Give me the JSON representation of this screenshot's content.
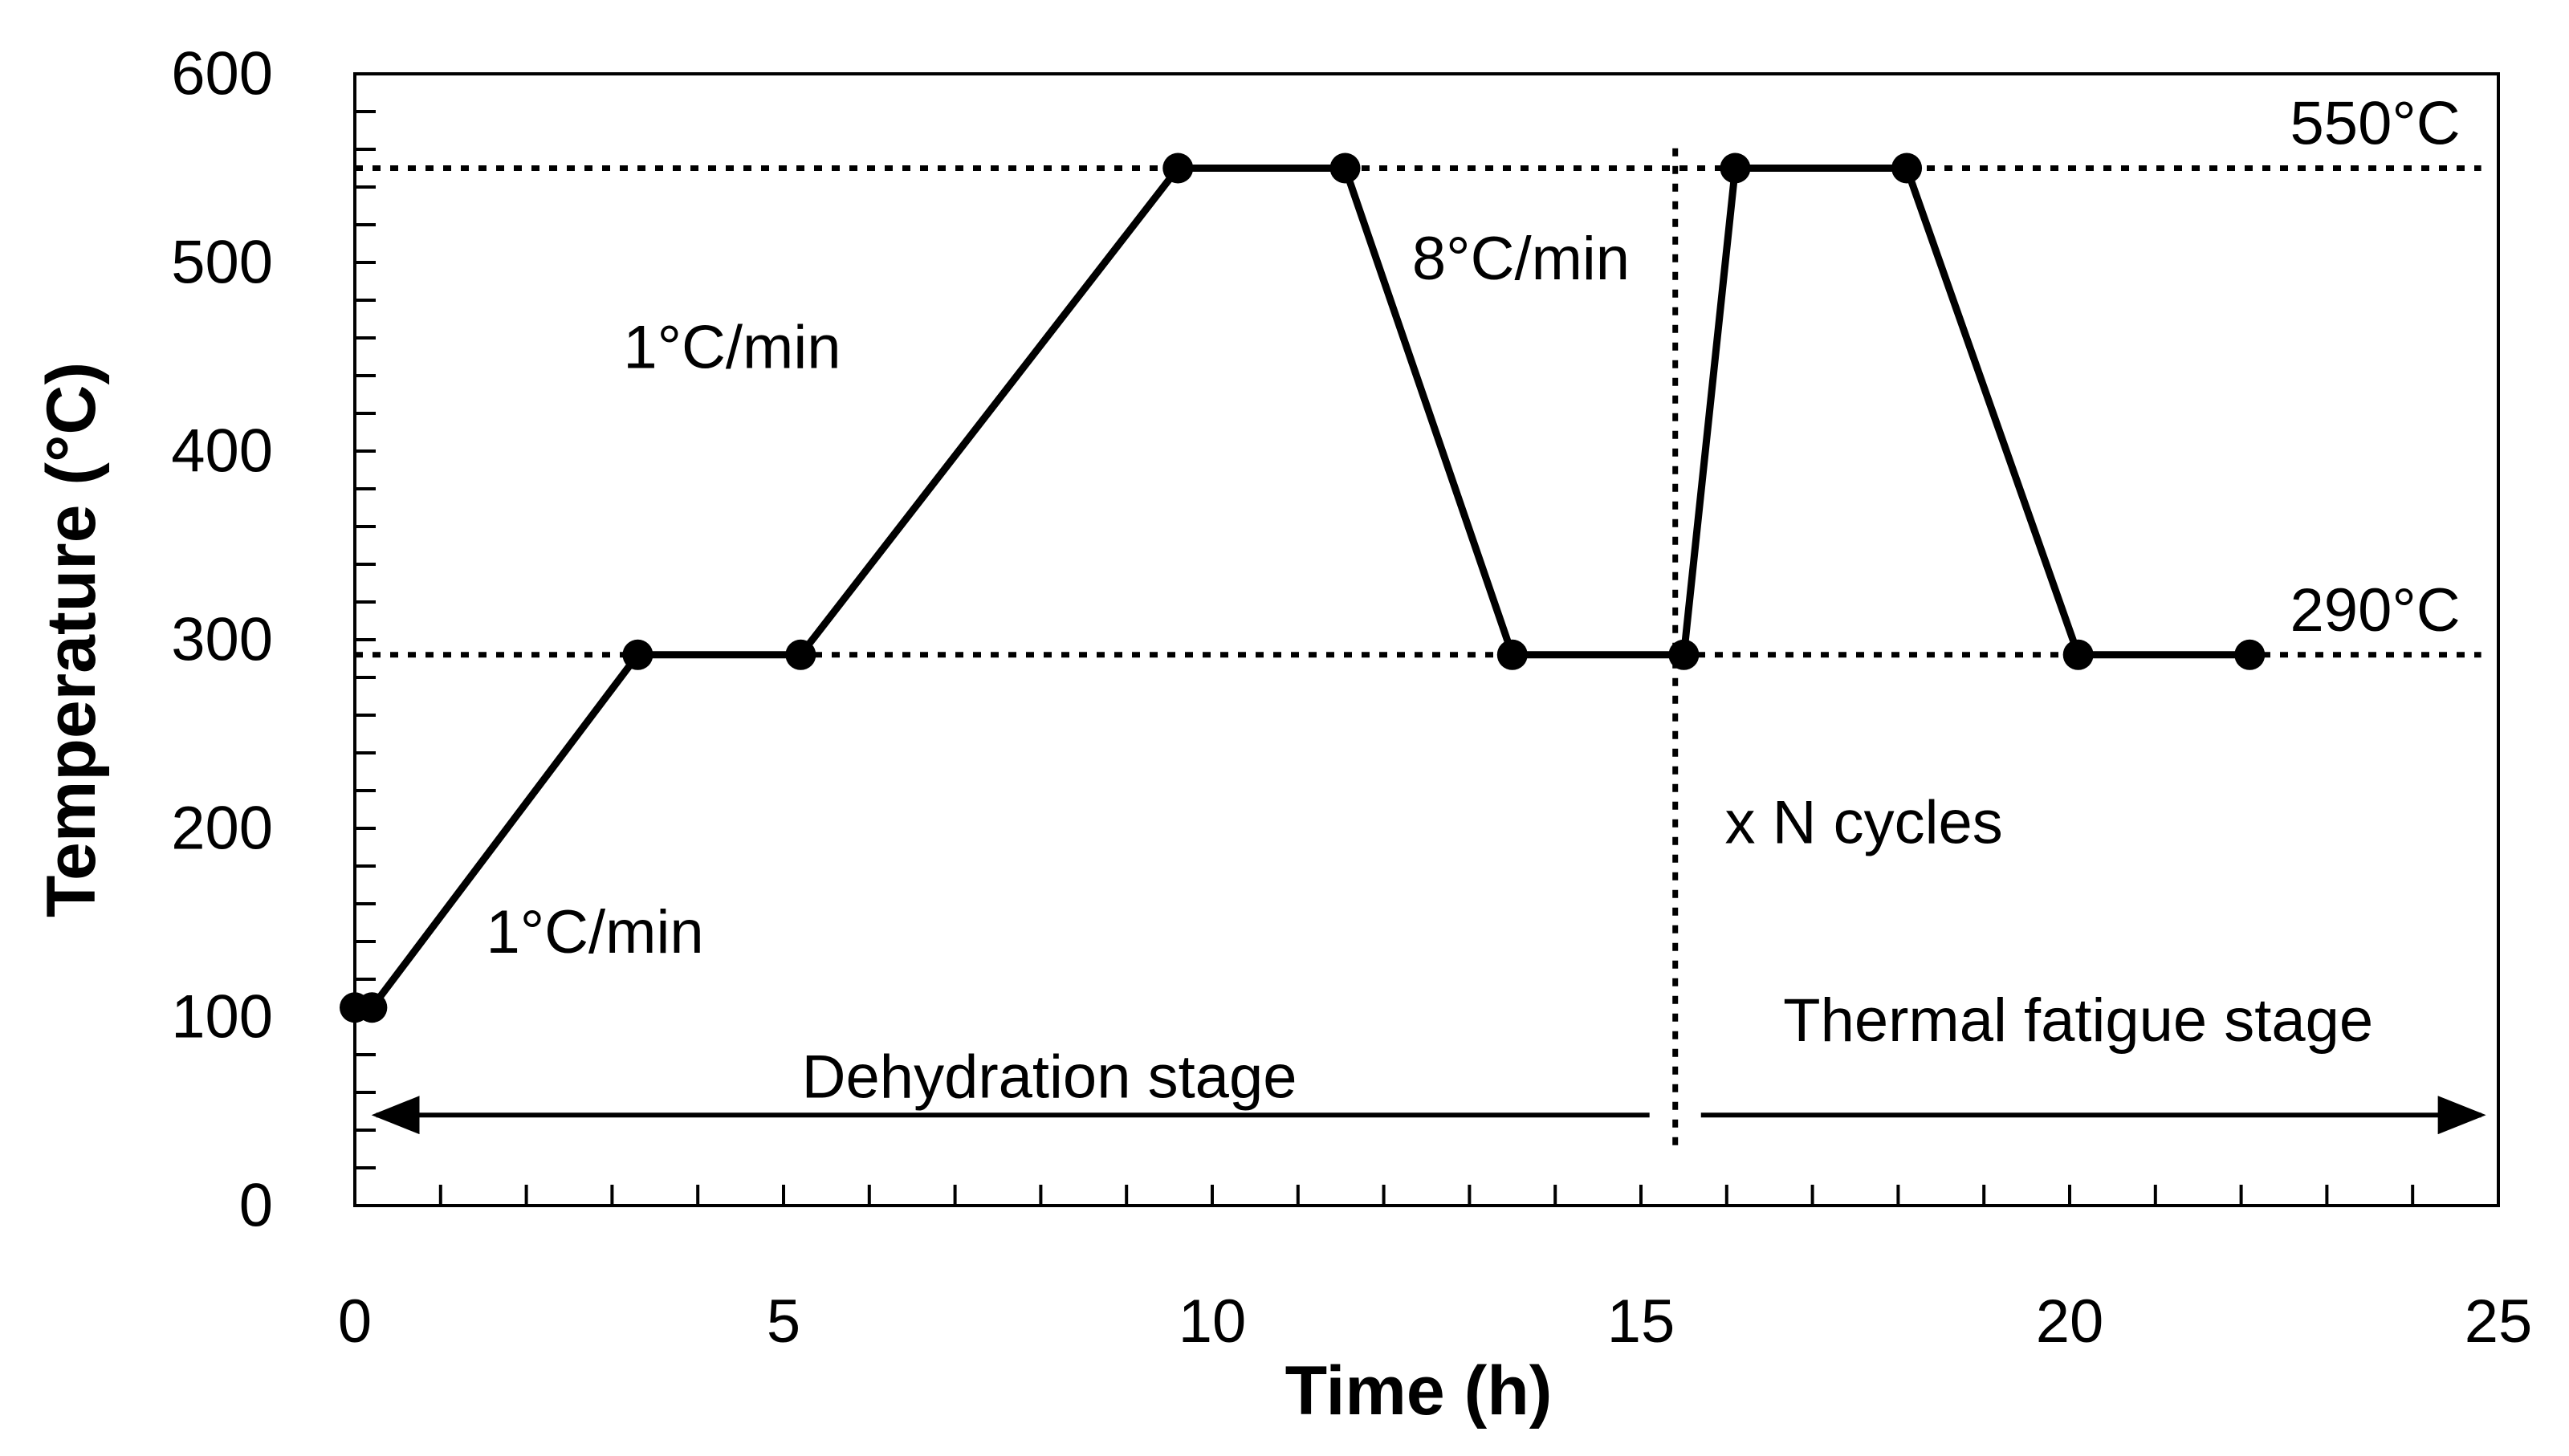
{
  "chart_data": {
    "type": "line",
    "title": "",
    "xlabel": "Time (h)",
    "ylabel": "Temperature (°C)",
    "xlim": [
      0,
      25
    ],
    "ylim": [
      0,
      600
    ],
    "x_ticks": [
      0,
      5,
      10,
      15,
      20,
      25
    ],
    "y_ticks": [
      0,
      100,
      200,
      300,
      400,
      500,
      600
    ],
    "x_tick_labels": [
      "0",
      "5",
      "10",
      "15",
      "20",
      "25"
    ],
    "y_tick_labels": [
      "0",
      "100",
      "200",
      "300",
      "400",
      "500",
      "600"
    ],
    "x_minor_step": 1,
    "y_minor_step": 20,
    "grid": false,
    "legend": "none",
    "series": [
      {
        "color": "#000000",
        "points": [
          [
            0,
            105
          ],
          [
            0.2,
            105
          ],
          [
            3.3,
            292
          ],
          [
            5.2,
            292
          ],
          [
            9.6,
            550
          ],
          [
            11.55,
            550
          ],
          [
            13.5,
            292
          ],
          [
            15.5,
            292
          ],
          [
            16.1,
            550
          ],
          [
            18.1,
            550
          ],
          [
            20.1,
            292
          ],
          [
            22.1,
            292
          ]
        ]
      }
    ],
    "reference_lines": {
      "horizontal": [
        {
          "y": 550,
          "x_from": 0,
          "x_to": 24.8,
          "label": "550°C"
        },
        {
          "y": 292,
          "x_from": 0,
          "x_to": 24.8,
          "label": "290°C"
        }
      ],
      "vertical": [
        {
          "x": 15.4,
          "y_from": 32,
          "y_to": 565
        }
      ]
    },
    "annotations": [
      {
        "text": "1°C/min",
        "x": 2.8,
        "y": 145
      },
      {
        "text": "1°C/min",
        "x": 4.4,
        "y": 455
      },
      {
        "text": "8°C/min",
        "x": 13.6,
        "y": 502
      },
      {
        "text": "x N cycles",
        "x": 17.6,
        "y": 203
      },
      {
        "text": "Dehydration stage",
        "x": 8.1,
        "y": 68
      },
      {
        "text": "Thermal fatigue stage",
        "x": 20.1,
        "y": 98
      }
    ],
    "stage_arrows": [
      {
        "x_from": 0.25,
        "x_to": 15.1,
        "y": 48,
        "head": "left"
      },
      {
        "x_from": 15.7,
        "x_to": 24.8,
        "y": 48,
        "head": "right"
      }
    ]
  }
}
